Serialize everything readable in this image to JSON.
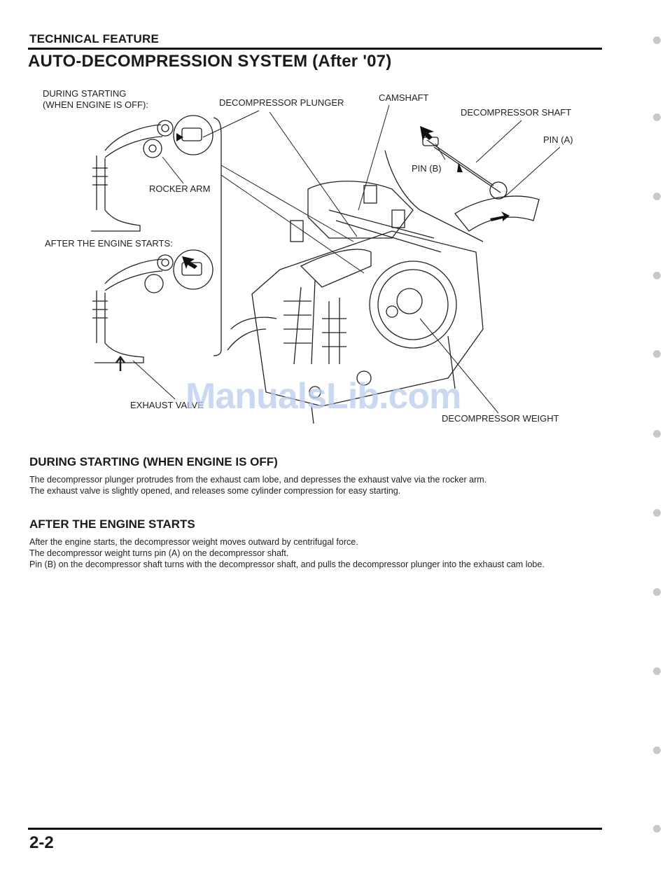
{
  "header": {
    "section": "TECHNICAL FEATURE",
    "title": "AUTO-DECOMPRESSION SYSTEM (After '07)"
  },
  "diagram": {
    "labels": {
      "during_starting_1": "DURING STARTING",
      "during_starting_2": "(WHEN ENGINE IS OFF):",
      "decompressor_plunger": "DECOMPRESSOR PLUNGER",
      "camshaft": "CAMSHAFT",
      "decompressor_shaft": "DECOMPRESSOR SHAFT",
      "pin_a": "PIN (A)",
      "pin_b": "PIN (B)",
      "rocker_arm": "ROCKER ARM",
      "after_engine_starts": "AFTER THE ENGINE STARTS:",
      "exhaust_valve": "EXHAUST VALVE",
      "decompressor_weight": "DECOMPRESSOR WEIGHT"
    },
    "watermark": "ManualsLib.com"
  },
  "sections": [
    {
      "heading": "DURING STARTING (WHEN ENGINE IS OFF)",
      "lines": [
        "The decompressor plunger protrudes from the exhaust cam lobe, and depresses the exhaust valve via the rocker arm.",
        "The exhaust valve is slightly opened, and releases some cylinder compression for easy starting."
      ]
    },
    {
      "heading": "AFTER THE ENGINE STARTS",
      "lines": [
        "After the engine starts, the decompressor weight moves outward by centrifugal force.",
        "The decompressor weight turns pin (A) on the decompressor shaft.",
        "Pin (B) on the decompressor shaft turns with the decompressor shaft, and pulls the decompressor plunger into the exhaust cam lobe."
      ]
    }
  ],
  "footer": {
    "page_number": "2-2"
  }
}
